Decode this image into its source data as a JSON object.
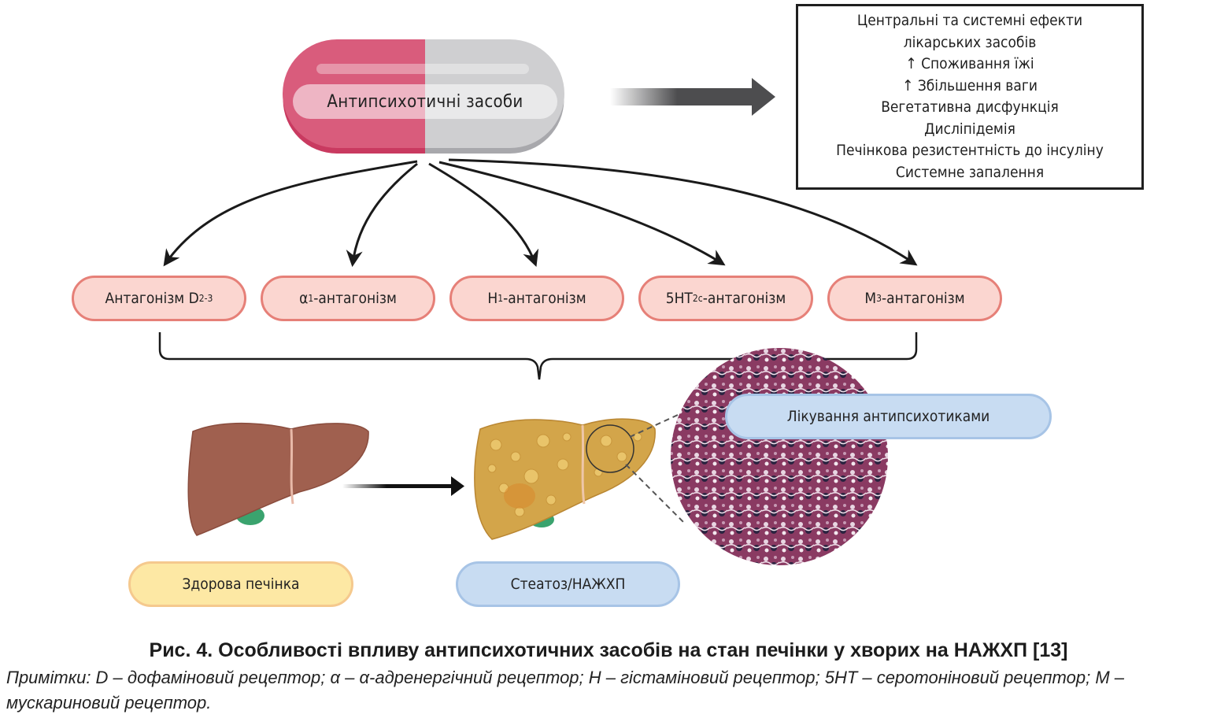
{
  "drug": {
    "label": "Антипсихотичні засоби",
    "colors": {
      "left": "#d95c7c",
      "right": "#cfcfd1"
    }
  },
  "effects_box": {
    "lines": [
      "Центральні та системні ефекти",
      "лікарських засобів",
      "↑ Споживання їжі",
      "↑ Збільшення ваги",
      "Вегетативна дисфункція",
      "Дисліпідемія",
      "Печінкова резистентність до інсуліну",
      "Системне запалення"
    ]
  },
  "receptors": [
    {
      "pre": "",
      "base": "Антагонізм D",
      "sub": "2-3",
      "post": ""
    },
    {
      "pre": "α",
      "base": "",
      "sub": "1",
      "post": "-антагонізм"
    },
    {
      "pre": "",
      "base": "H",
      "sub": "1",
      "post": "-антагонізм"
    },
    {
      "pre": "",
      "base": "5HT",
      "sub": "2c",
      "post": "-антагонізм"
    },
    {
      "pre": "",
      "base": "M",
      "sub": "3",
      "post": "-антагонізм"
    }
  ],
  "states": {
    "healthy": "Здорова печінка",
    "nafld": "Стеатоз/НАЖХП",
    "treatment": "Лікування антипсихотиками"
  },
  "caption": {
    "title": "Рис. 4. Особливості впливу антипсихотичних засобів на стан печінки у хворих на НАЖХП [13]",
    "notes": "Примітки: D – дофаміновий рецептор; α – α-адренергічний рецептор; H – гістаміновий рецептор; 5HT – серотоніновий рецептор; M – мускариновий рецептор."
  },
  "colors": {
    "receptor_fill": "#fbd6d0",
    "receptor_border": "#e68078",
    "healthy_fill": "#fde8a4",
    "nafld_fill": "#c8dcf2",
    "liver_healthy": "#a0604f",
    "liver_fatty": "#d3a54a"
  }
}
